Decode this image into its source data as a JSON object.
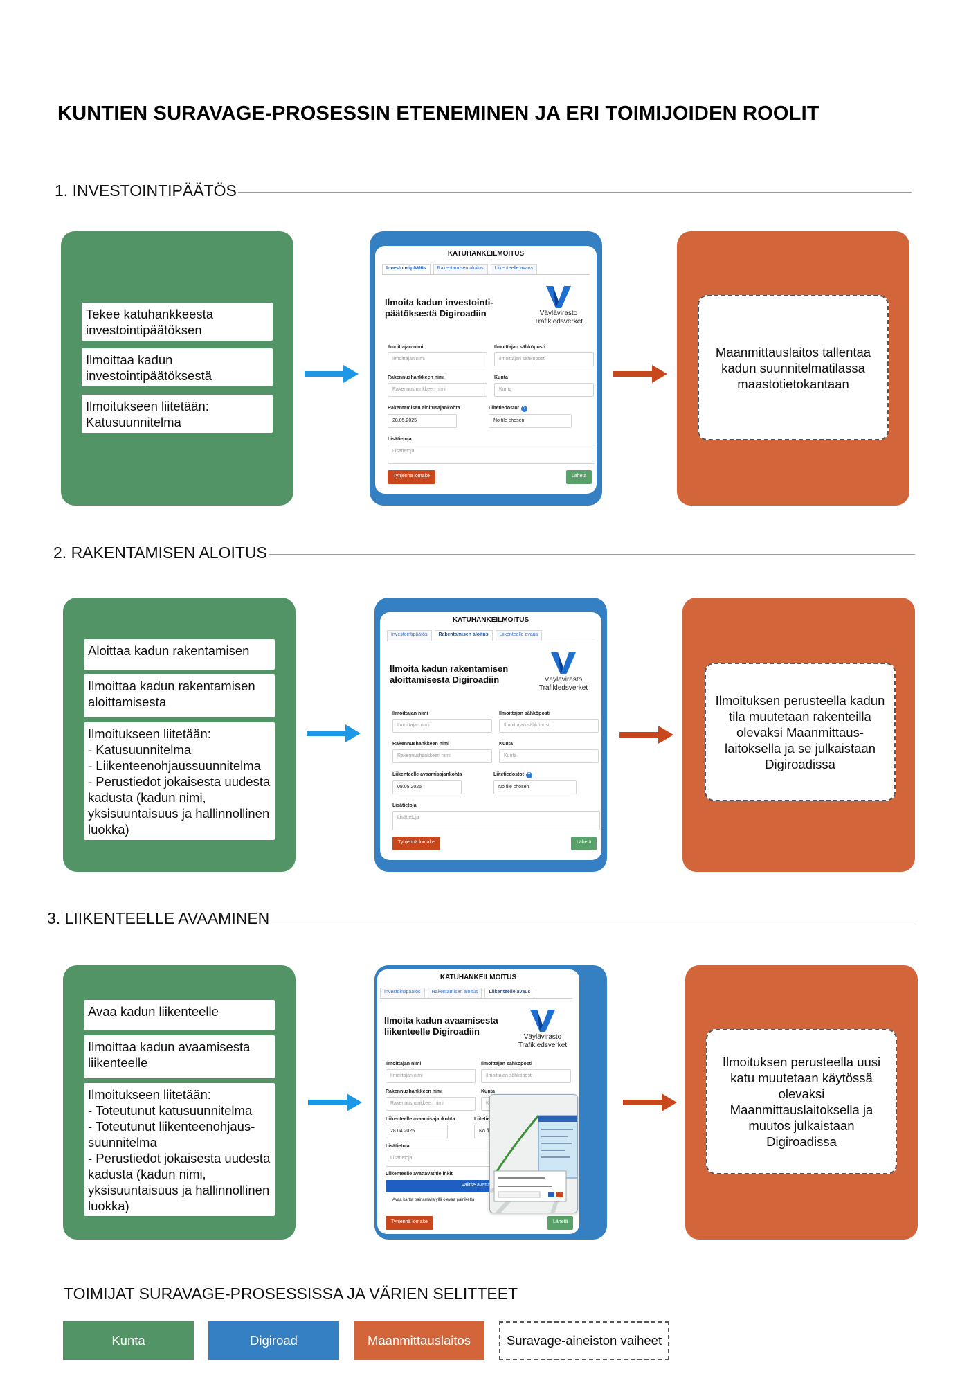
{
  "title": "KUNTIEN SURAVAGE-PROSESSIN ETENEMINEN JA ERI TOIMIJOIDEN ROOLIT",
  "colors": {
    "kunta": "#529465",
    "digiroad": "#3580c3",
    "maanmittauslaitos": "#d2653a",
    "blue_arrow": "#1d98e6",
    "orange_arrow": "#c9471c"
  },
  "sections": [
    {
      "heading": "1. INVESTOINTIPÄÄTÖS",
      "kunta_steps": [
        "Tekee katuhankkeesta investointipäätöksen",
        "Ilmoittaa kadun investointipäätöksestä",
        "Ilmoitukseen liitetään: Katusuunnitelma"
      ],
      "form": {
        "title": "KATUHANKEILMOITUS",
        "tabs": [
          "Investointipäätös",
          "Rakentamisen aloitus",
          "Liikenteelle avaus"
        ],
        "heading": "Ilmoita kadun investointi-päätöksestä Digiroadiin",
        "logo": [
          "Väylävirasto",
          "Trafikledsverket"
        ],
        "name_label": "Ilmoittajan nimi",
        "name_ph": "Ilmoittajan nimi",
        "email_label": "Ilmoittajan sähköposti",
        "email_ph": "Ilmoittajan sähköposti",
        "project_label": "Rakennushankkeen nimi",
        "project_ph": "Rakennushankkeen nimi",
        "municipality_label": "Kunta",
        "municipality_ph": "Kunta",
        "date_label": "Rakentamisen aloitusajankohta",
        "date_value": "28.05.2025",
        "files_label": "Liitetiedostot",
        "files_value": "No file chosen",
        "extra_label": "Lisätietoja",
        "extra_ph": "Lisätietoja",
        "clear_button": "Tyhjennä lomake",
        "send_button": "Lähetä"
      },
      "mml_text": "Maanmittauslaitos tallentaa kadun suunnitelmatilassa maastotietokantaan"
    },
    {
      "heading": "2. RAKENTAMISEN ALOITUS",
      "kunta_steps": [
        "Aloittaa kadun rakentamisen",
        "Ilmoittaa kadun rakentamisen aloittamisesta",
        "Ilmoitukseen liitetään:\n- Katusuunnitelma\n- Liikenteenohjaussuunnitelma\n- Perustiedot jokaisesta uudesta kadusta (kadun nimi, yksisuuntaisuus ja hallinnollinen luokka)"
      ],
      "form": {
        "title": "KATUHANKEILMOITUS",
        "tabs": [
          "Investointipäätös",
          "Rakentamisen aloitus",
          "Liikenteelle avaus"
        ],
        "heading": "Ilmoita kadun rakentamisen aloittamisesta Digiroadiin",
        "logo": [
          "Väylävirasto",
          "Trafikledsverket"
        ],
        "name_label": "Ilmoittajan nimi",
        "name_ph": "Ilmoittajan nimi",
        "email_label": "Ilmoittajan sähköposti",
        "email_ph": "Ilmoittajan sähköposti",
        "project_label": "Rakennushankkeen nimi",
        "project_ph": "Rakennushankkeen nimi",
        "municipality_label": "Kunta",
        "municipality_ph": "Kunta",
        "date_label": "Liikenteelle avaamisajankohta",
        "date_value": "09.05.2025",
        "files_label": "Liitetiedostot",
        "files_value": "No file chosen",
        "extra_label": "Lisätietoja",
        "extra_ph": "Lisätietoja",
        "clear_button": "Tyhjennä lomake",
        "send_button": "Lähetä"
      },
      "mml_text": "Ilmoituksen perusteella kadun tila muutetaan rakenteilla olevaksi Maanmittaus-laitoksella ja se julkaistaan Digiroadissa"
    },
    {
      "heading": "3. LIIKENTEELLE AVAAMINEN",
      "kunta_steps": [
        "Avaa kadun liikenteelle",
        "Ilmoittaa kadun avaamisesta liikenteelle",
        "Ilmoitukseen liitetään:\n- Toteutunut katusuunnitelma\n- Toteutunut liikenteenohjaus-suunnitelma\n- Perustiedot jokaisesta uudesta kadusta (kadun nimi, yksisuuntaisuus ja hallinnollinen luokka)"
      ],
      "form": {
        "title": "KATUHANKEILMOITUS",
        "tabs": [
          "Investointipäätös",
          "Rakentamisen aloitus",
          "Liikenteelle avaus"
        ],
        "heading": "Ilmoita kadun avaamisesta liikenteelle Digiroadiin",
        "logo": [
          "Väylävirasto",
          "Trafikledsverket"
        ],
        "name_label": "Ilmoittajan nimi",
        "name_ph": "Ilmoittajan nimi",
        "email_label": "Ilmoittajan sähköposti",
        "email_ph": "Ilmoittajan sähköposti",
        "project_label": "Rakennushankkeen nimi",
        "project_ph": "Rakennushankkeen nimi",
        "municipality_label": "Kunta",
        "municipality_ph": "K",
        "date_label": "Liikenteelle avaamisajankohta",
        "date_value": "28.04.2025",
        "files_label": "Liitetie",
        "files_value": "No fi",
        "extra_label": "Lisätietoja",
        "extra_ph": "Lisätietoja",
        "links_label": "Liikenteelle avattavat tielinkit",
        "select_button": "Valitse avattavat",
        "map_hint": "Avaa kartta painamalla yllä olevaa painiketta",
        "clear_button": "Tyhjennä lomake",
        "send_button": "Lähetä"
      },
      "mml_text": "Ilmoituksen perusteella uusi katu muutetaan käytössä olevaksi Maanmittauslaitoksella ja muutos julkaistaan Digiroadissa"
    }
  ],
  "legend": {
    "title": "TOIMIJAT SURAVAGE-PROSESSISSA JA VÄRIEN SELITTEET",
    "items": [
      "Kunta",
      "Digiroad",
      "Maanmittauslaitos",
      "Suravage-aineiston vaiheet"
    ]
  }
}
